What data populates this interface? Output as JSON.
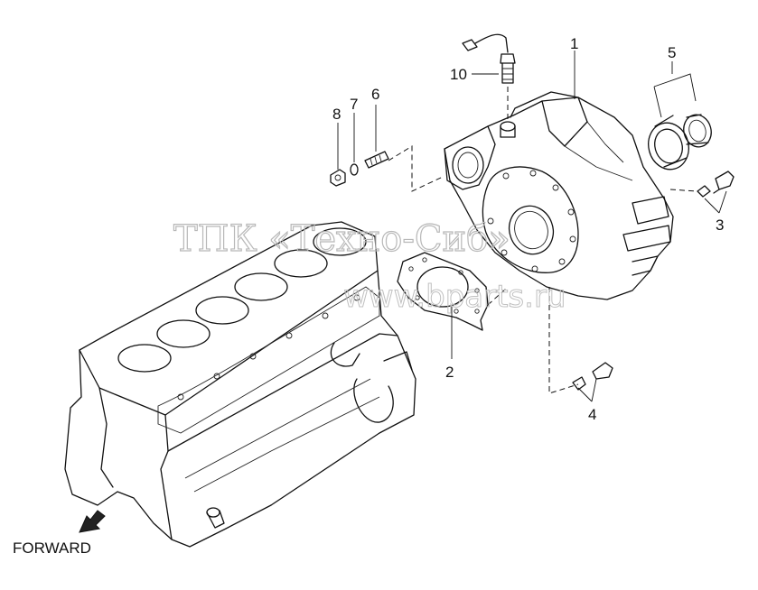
{
  "watermark": {
    "company": "ТПК «Техно-Сиб»",
    "site": "www.bparts.ru"
  },
  "direction_label": "FORWARD",
  "callouts": [
    {
      "id": "1",
      "label": "1"
    },
    {
      "id": "2",
      "label": "2"
    },
    {
      "id": "3",
      "label": "3"
    },
    {
      "id": "4",
      "label": "4"
    },
    {
      "id": "5",
      "label": "5"
    },
    {
      "id": "6",
      "label": "6"
    },
    {
      "id": "7",
      "label": "7"
    },
    {
      "id": "8",
      "label": "8"
    },
    {
      "id": "10",
      "label": "10"
    }
  ]
}
